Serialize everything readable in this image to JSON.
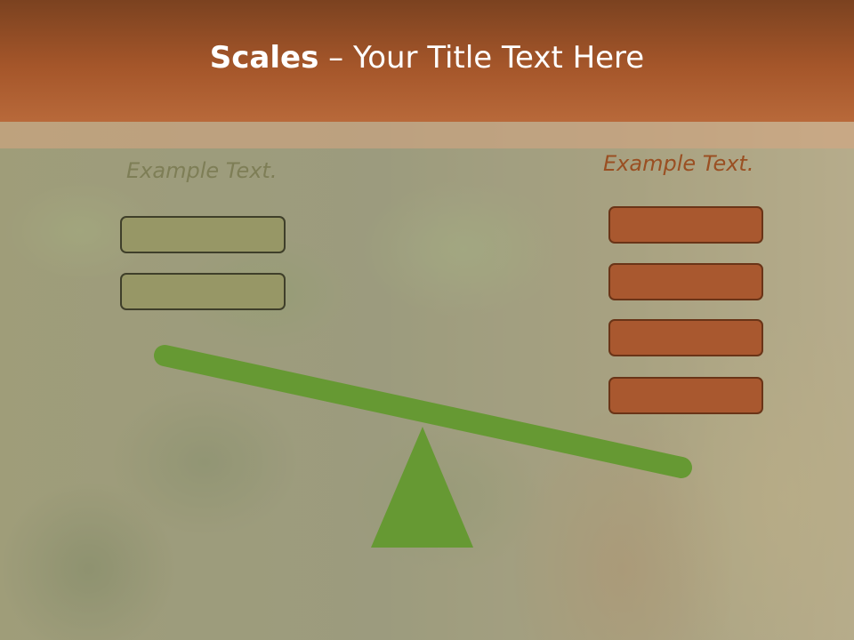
{
  "header": {
    "title_bold": "Scales",
    "title_rest": " – Your Title Text Here"
  },
  "left": {
    "label": "Example Text.",
    "box_count": 2
  },
  "right": {
    "label": "Example Text.",
    "box_count": 4
  },
  "colors": {
    "header": "#a5562a",
    "olive_box": "#979766",
    "rust_box": "#a9582f",
    "beam": "#669933"
  }
}
